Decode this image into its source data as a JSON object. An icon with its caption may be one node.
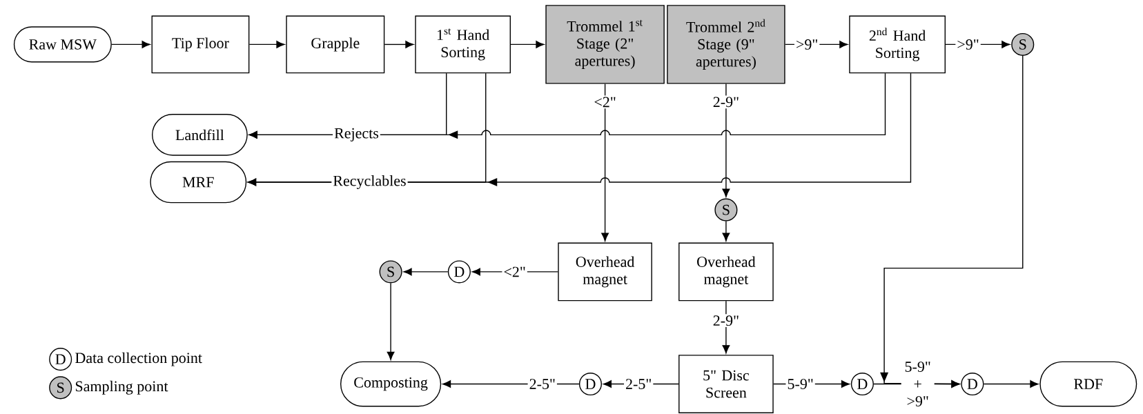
{
  "diagram": {
    "nodes": [
      {
        "text": [
          "Raw MSW"
        ]
      },
      {
        "text": [
          "Tip Floor"
        ]
      },
      {
        "text": [
          "Grapple"
        ]
      },
      {
        "text": [
          "1$^{st}$ Hand Sorting"
        ]
      },
      {
        "text": [
          "Trommel 1$^{st}$ Stage (2\" apertures)"
        ]
      },
      {
        "text": [
          "Trommel 2$^{nd}$ Stage (9\" apertures)"
        ]
      },
      {
        "text": [
          "2$^{nd}$ Hand Sorting"
        ]
      },
      {
        "text": [
          "S"
        ]
      },
      {
        "text": [
          "Landfill"
        ]
      },
      {
        "text": [
          "MRF"
        ]
      },
      {
        "text": [
          "S"
        ]
      },
      {
        "text": [
          "Overhead magnet"
        ]
      },
      {
        "text": [
          "Overhead magnet"
        ]
      },
      {
        "text": [
          "D"
        ]
      },
      {
        "text": [
          "S"
        ]
      },
      {
        "text": [
          "Composting"
        ]
      },
      {
        "text": [
          "5\" Disc Screen"
        ]
      },
      {
        "text": [
          "D"
        ]
      },
      {
        "text": [
          "D"
        ]
      },
      {
        "text": [
          "D"
        ]
      },
      {
        "text": [
          "RDF"
        ]
      }
    ],
    "edges": [
      {
        "from": 0,
        "to": 1,
        "arrow": "to"
      },
      {
        "from": 1,
        "to": 2,
        "arrow": "to"
      },
      {
        "from": 2,
        "to": 3,
        "arrow": "to"
      },
      {
        "from": 3,
        "to": 4,
        "arrow": "to"
      },
      {
        "from": 5,
        "to": 6,
        "arrow": "to",
        "label": ">9\""
      },
      {
        "from": 6,
        "to": 7,
        "arrow": "to",
        "label": ">9\""
      },
      {
        "from": 3,
        "to": 8,
        "arrow": "to",
        "label": "Rejects"
      },
      {
        "from": 6,
        "to": 8,
        "arrow": "to"
      },
      {
        "from": 3,
        "to": 9,
        "arrow": "to",
        "label": "Recyclables"
      },
      {
        "from": 6,
        "to": 9,
        "arrow": "to"
      },
      {
        "from": 4,
        "to": 11,
        "arrow": "to",
        "label": "<2\""
      },
      {
        "from": 5,
        "to": 10,
        "arrow": "to",
        "label": "2-9\""
      },
      {
        "from": 10,
        "to": 12,
        "arrow": "to"
      },
      {
        "from": 11,
        "to": 13,
        "arrow": "to",
        "label": "<2\""
      },
      {
        "from": 13,
        "to": 14,
        "arrow": "to"
      },
      {
        "from": 14,
        "to": 15,
        "arrow": "to"
      },
      {
        "from": 12,
        "to": 16,
        "arrow": "to",
        "label": "2-9\""
      },
      {
        "from": 16,
        "to": 17,
        "arrow": "to",
        "label": "2-5\""
      },
      {
        "from": 17,
        "to": 15,
        "arrow": "to",
        "label": "2-5\""
      },
      {
        "from": 16,
        "to": 18,
        "arrow": "to",
        "label": "5-9\""
      },
      {
        "from": 18,
        "to": 19,
        "arrow": "to",
        "label": "5-9\" + >9\""
      },
      {
        "from": 7,
        "to": 19,
        "arrow": "to"
      },
      {
        "from": 19,
        "to": 20,
        "arrow": "to"
      }
    ],
    "labels": [
      "D",
      "S"
    ],
    "legend": [
      {
        "text": "Data collection point"
      },
      {
        "text": "Sampling point",
        "color": "#c0c0c0"
      }
    ]
  }
}
